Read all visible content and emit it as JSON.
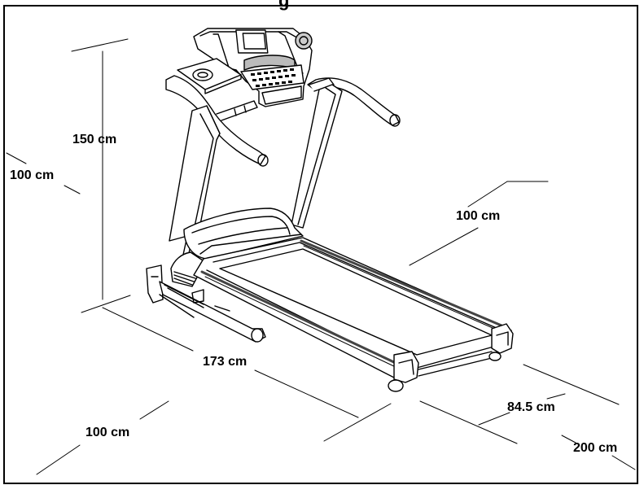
{
  "title_fragment": "g",
  "dimensions": {
    "height_total": "150 cm",
    "left_clearance": "100 cm",
    "right_clearance": "100 cm",
    "length": "173 cm",
    "front_clearance": "100 cm",
    "width": "84.5 cm",
    "rear_clearance": "200 cm"
  },
  "colors": {
    "line": "#000000",
    "background": "#ffffff"
  }
}
